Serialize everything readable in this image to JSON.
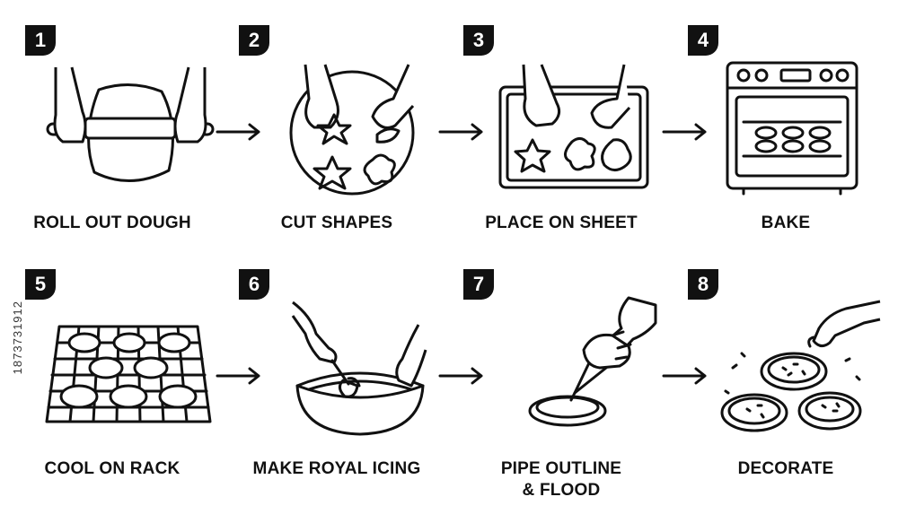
{
  "steps": [
    {
      "number": "1",
      "label": "ROLL OUT DOUGH",
      "icon": "rolling-pin-icon"
    },
    {
      "number": "2",
      "label": "CUT SHAPES",
      "icon": "cookie-cutter-icon"
    },
    {
      "number": "3",
      "label": "PLACE ON SHEET",
      "icon": "baking-sheet-icon"
    },
    {
      "number": "4",
      "label": "BAKE",
      "icon": "oven-icon"
    },
    {
      "number": "5",
      "label": "COOL ON RACK",
      "icon": "cooling-rack-icon"
    },
    {
      "number": "6",
      "label": "MAKE ROYAL ICING",
      "icon": "mixing-bowl-icon"
    },
    {
      "number": "7",
      "label": "PIPE OUTLINE\n& FLOOD",
      "icon": "piping-bag-icon"
    },
    {
      "number": "8",
      "label": "DECORATE",
      "icon": "sprinkles-icon"
    }
  ],
  "side_text": "1873731912",
  "colors": {
    "ink": "#111111",
    "background": "#ffffff"
  }
}
